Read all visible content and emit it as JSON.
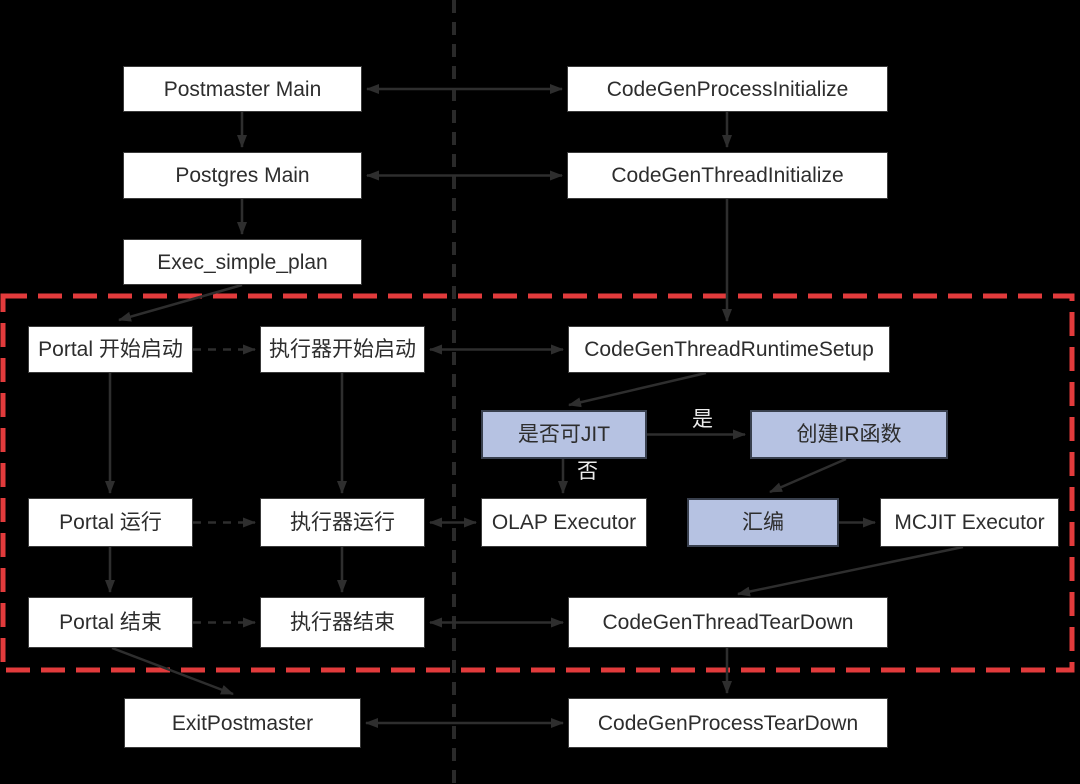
{
  "nodes": {
    "postmaster_main": {
      "label": "Postmaster Main"
    },
    "codegen_process_initialize": {
      "label": "CodeGenProcessInitialize"
    },
    "postgres_main": {
      "label": "Postgres Main"
    },
    "codegen_thread_initialize": {
      "label": "CodeGenThreadInitialize"
    },
    "exec_simple_plan": {
      "label": "Exec_simple_plan"
    },
    "portal_start": {
      "label": "Portal 开始启动"
    },
    "executor_start": {
      "label": "执行器开始启动"
    },
    "codegen_thread_runtime_setup": {
      "label": "CodeGenThreadRuntimeSetup"
    },
    "can_jit": {
      "label": "是否可JIT"
    },
    "create_ir_function": {
      "label": "创建IR函数"
    },
    "portal_run": {
      "label": "Portal 运行"
    },
    "executor_run": {
      "label": "执行器运行"
    },
    "olap_executor": {
      "label": "OLAP Executor"
    },
    "assemble": {
      "label": "汇编"
    },
    "mcjit_executor": {
      "label": "MCJIT Executor"
    },
    "portal_end": {
      "label": "Portal 结束"
    },
    "executor_end": {
      "label": "执行器结束"
    },
    "codegen_thread_teardown": {
      "label": "CodeGenThreadTearDown"
    },
    "exit_postmaster": {
      "label": "ExitPostmaster"
    },
    "codegen_process_teardown": {
      "label": "CodeGenProcessTearDown"
    }
  },
  "edge_labels": {
    "yes": "是",
    "no": "否"
  },
  "colors": {
    "background": "#000000",
    "box_fill": "#ffffff",
    "highlight_fill": "#b6c2e2",
    "frame": "#e23b3c",
    "line": "#2e2e2e",
    "divider": "#2a2a2a",
    "text": "#2d2d2d",
    "label": "#ececec"
  }
}
